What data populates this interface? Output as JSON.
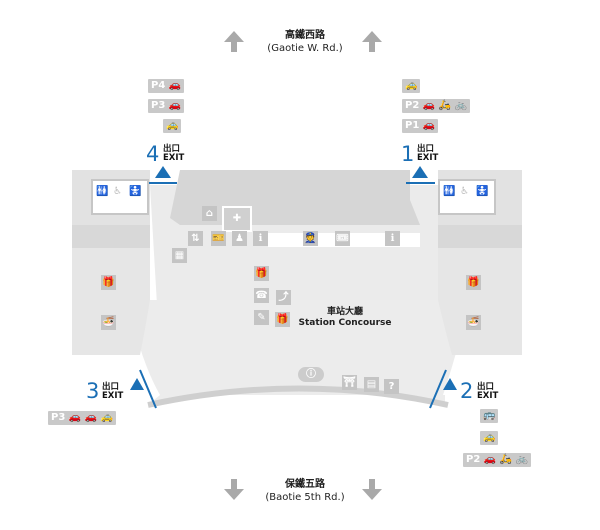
{
  "north_road": {
    "zh": "高鐵西路",
    "en": "(Gaotie W. Rd.)"
  },
  "south_road": {
    "zh": "保鐵五路",
    "en": "(Baotie 5th Rd.)"
  },
  "concourse": {
    "zh": "車站大廳",
    "en": "Station Concourse"
  },
  "exits": {
    "e1": {
      "num": "1",
      "zh": "出口",
      "en": "EXIT"
    },
    "e2": {
      "num": "2",
      "zh": "出口",
      "en": "EXIT"
    },
    "e3": {
      "num": "3",
      "zh": "出口",
      "en": "EXIT"
    },
    "e4": {
      "num": "4",
      "zh": "出口",
      "en": "EXIT"
    }
  },
  "exit4_chips": [
    "P4 🚗",
    "P3 🚗",
    "🚕"
  ],
  "exit1_chips": [
    "🚕",
    "P2 🚗 🛵 🚲",
    "P1 🚗"
  ],
  "exit3_chips": [
    "P3 🚗 🚗 🚕"
  ],
  "exit2_chips": [
    "🚌",
    "🚕",
    "P2 🚗 🛵 🚲"
  ],
  "colors": {
    "accent": "#1b6fb5",
    "floor": "#e6e6e6",
    "wall": "#d2d2d2",
    "chip": "#c9c9c9"
  },
  "icons": [
    "restroom-icon",
    "accessible-icon",
    "ticket-icon",
    "food-icon",
    "phone-icon",
    "escalator-icon",
    "info-icon",
    "first-aid-icon",
    "elevator-icon"
  ]
}
